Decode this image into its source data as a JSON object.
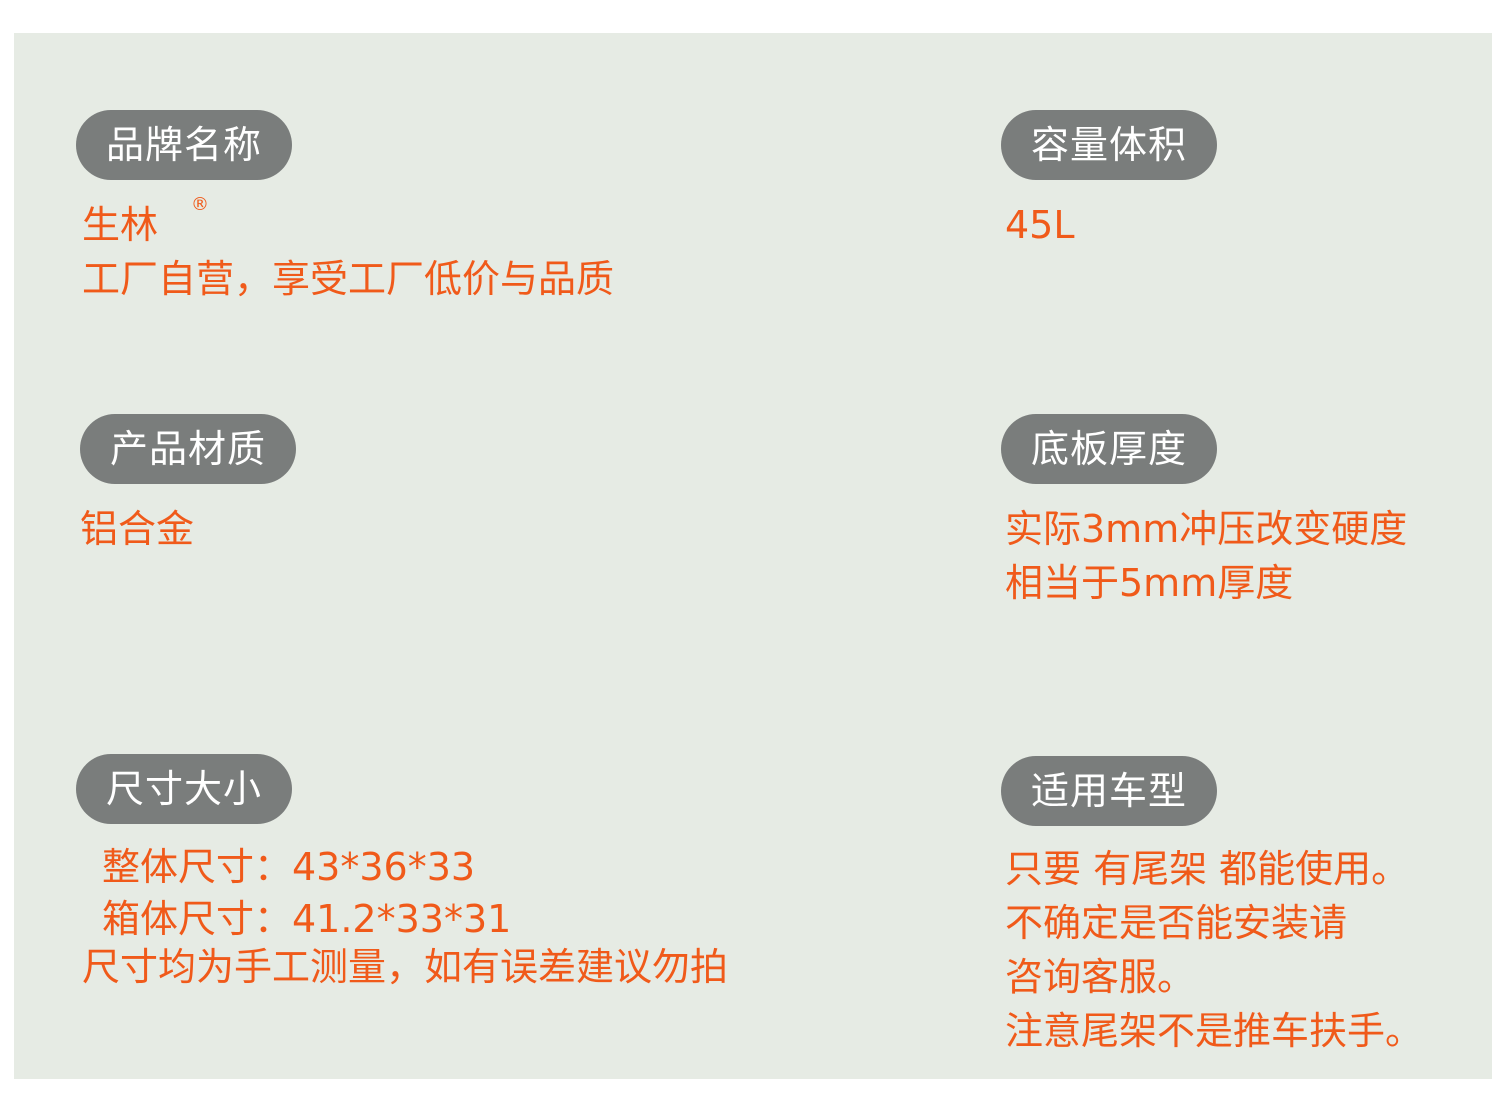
{
  "colors": {
    "panel_bg": "#e6ebe4",
    "pill_bg": "#7a7d7c",
    "pill_text": "#ffffff",
    "value_text": "#f05a1a"
  },
  "brand": {
    "label": "品牌名称",
    "name": "生林",
    "mark": "®",
    "note": "工厂自营，享受工厂低价与品质"
  },
  "capacity": {
    "label": "容量体积",
    "value": "45L"
  },
  "material": {
    "label": "产品材质",
    "value": "铝合金"
  },
  "thickness": {
    "label": "底板厚度",
    "lines": [
      "实际3mm冲压改变硬度",
      "相当于5mm厚度"
    ]
  },
  "size": {
    "label": "尺寸大小",
    "overall": "整体尺寸：43*36*33",
    "box": "箱体尺寸：41.2*33*31",
    "note": "尺寸均为手工测量，如有误差建议勿拍"
  },
  "vehicle": {
    "label": "适用车型",
    "lines": [
      "只要 有尾架 都能使用。",
      "不确定是否能安装请",
      "咨询客服。",
      "注意尾架不是推车扶手。"
    ]
  }
}
